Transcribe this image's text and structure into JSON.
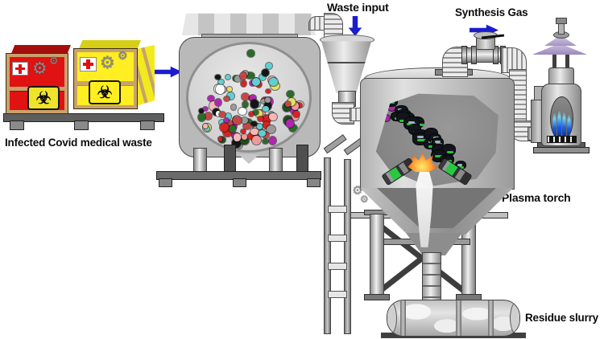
{
  "labels": {
    "infected_waste": "Infected Covid medical waste",
    "waste_input": "Waste input",
    "synthesis_gas": "Synthesis Gas",
    "plasma_torch": "Plasma torch",
    "residue_slurry": "Residue slurry"
  },
  "icons": {
    "biohazard_symbol": "☣",
    "gear_symbol": "⚙"
  },
  "colors": {
    "arrow_blue": "#1c1ccd",
    "crate_red": "#e01212",
    "crate_yellow": "#ffee22",
    "crate_frame_tan": "#c9a26b",
    "biohazard_panel_yellow": "#efe32b",
    "flame_core_yellow": "#ffec6e",
    "flame_orange": "#ff9a2e",
    "flame_red": "#e8401c",
    "torch_green": "#27c33a",
    "waste_chunk_black": "#12161a",
    "purple_waste": "#a22ba2",
    "syngas_flame_blue": "#1f5fe0",
    "burner_cap_purple": "#ab9cc8",
    "ball_palette": [
      "#d92222",
      "#ef9a9a",
      "#b224b2",
      "#1e4d1e",
      "#5fd0d0",
      "#ffffff",
      "#151515",
      "#e6df63",
      "#9a9a9a",
      "#c94545",
      "#f4b8b8",
      "#2a6b2a"
    ]
  },
  "decor": {
    "mixer_ball_count": 118,
    "waste_chunk_count": 24,
    "random_seed": 13
  }
}
